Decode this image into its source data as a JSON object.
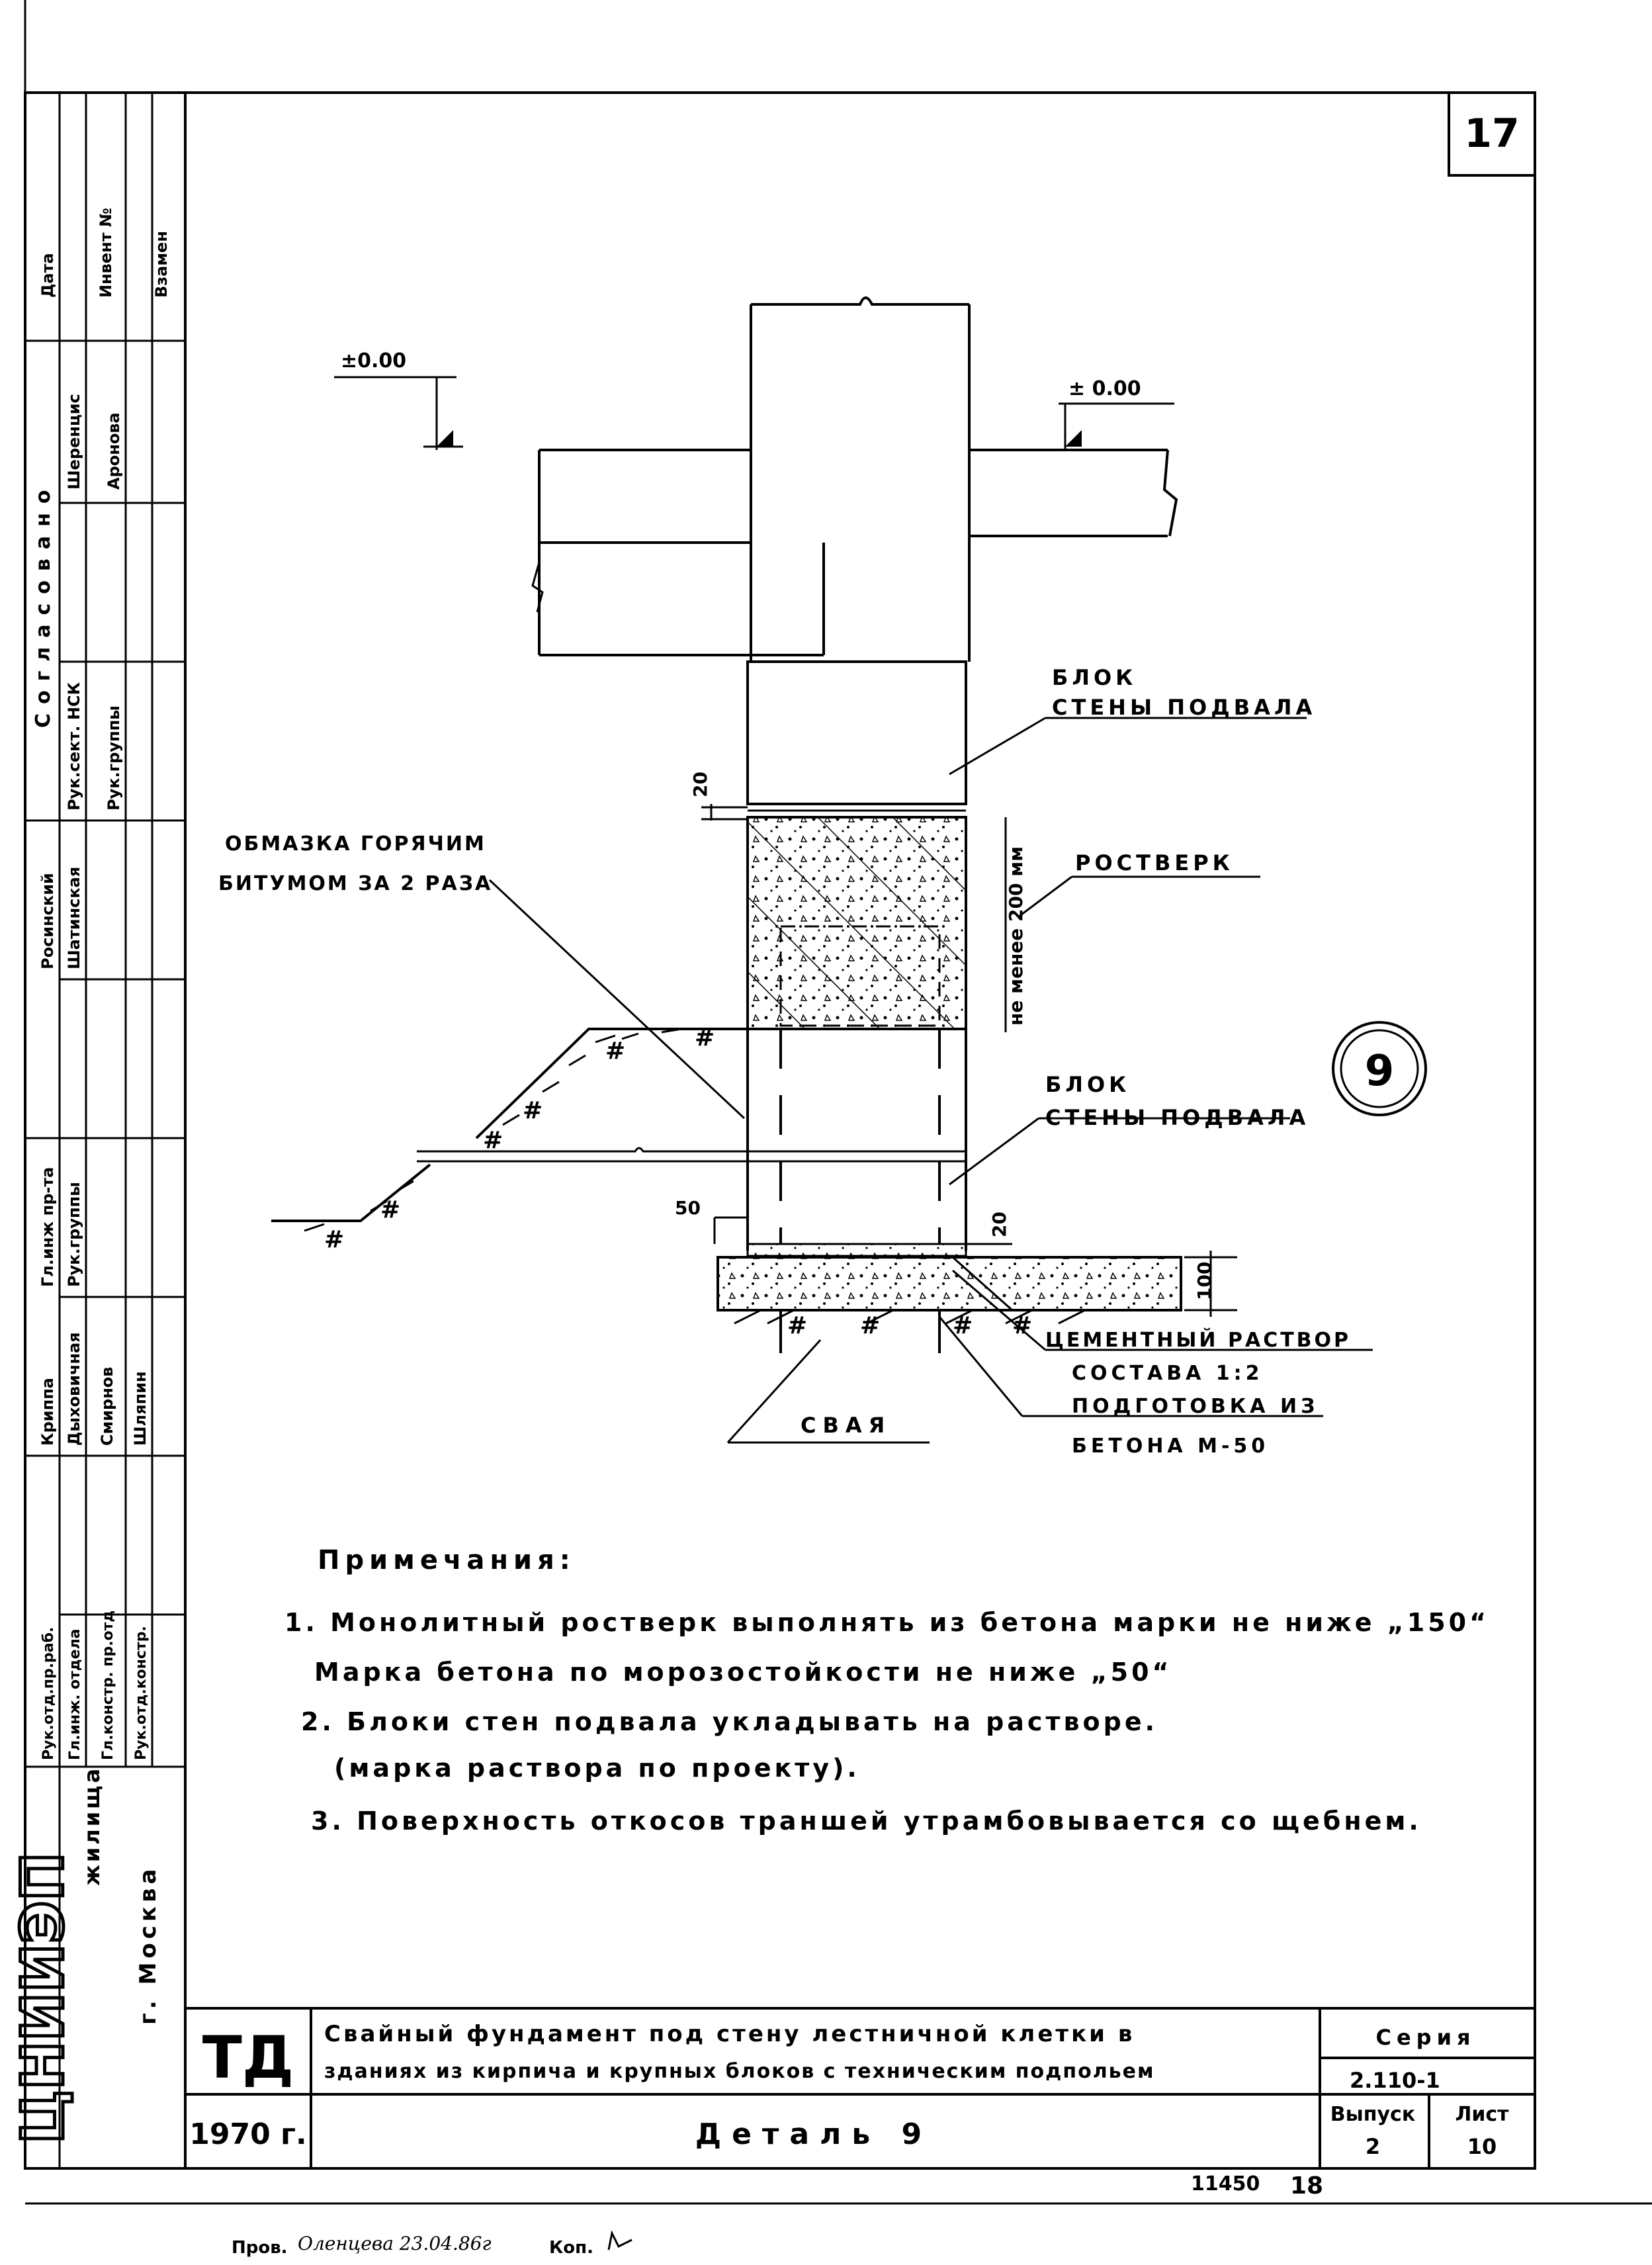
{
  "sheet_number": "17",
  "detail_marker": "9",
  "level_left": "±0.00",
  "level_right": "± 0.00",
  "labels": {
    "block_top_1": "БЛОК",
    "block_top_2": "СТЕНЫ ПОДВАЛА",
    "bitumen_1": "ОБМАЗКА ГОРЯЧИМ",
    "bitumen_2": "БИТУМОМ ЗА 2 РАЗА",
    "rostverk": "РОСТВЕРК",
    "not_less": "не менее 200 мм",
    "block_bot_1": "БЛОК",
    "block_bot_2": "СТЕНЫ ПОДВАЛА",
    "mortar_1": "ЦЕМЕНТНЫЙ РАСТВОР",
    "mortar_2": "СОСТАВА 1:2",
    "prep_1": "ПОДГОТОВКА ИЗ",
    "prep_2": "БЕТОНА М-50",
    "pile": "СВАЯ"
  },
  "dims": {
    "d20_top": "20",
    "d50": "50",
    "d20_bot": "20",
    "d100": "100"
  },
  "notes": {
    "title": "Примечания:",
    "n1a": "1. Монолитный ростверк выполнять из бетона марки не ниже „150“",
    "n1b": "Марка бетона по морозостойкости не ниже „50“",
    "n2a": "2. Блоки стен подвала укладывать на растворе.",
    "n2b": "(марка раствора по проекту).",
    "n3": "3. Поверхность откосов траншей утрамбовывается со щебнем."
  },
  "side_stamp": {
    "col_headers": [
      "Дата",
      "Инвент №",
      "Взамен"
    ],
    "agreed": "Согласовано",
    "names_a": [
      "Шеренцис",
      "Аронова"
    ],
    "roles_a": [
      "Рук.сект. НСК",
      "Рук.группы"
    ],
    "names_b": [
      "Росинский",
      "Шатинская"
    ],
    "roles_b": [
      "Гл.инж пр-та",
      "Рук.группы"
    ],
    "names_c": [
      "Криппа",
      "Дыховичная",
      "Смирнов",
      "Шляпин"
    ],
    "roles_c": [
      "Рук.отд.пр.раб.",
      "Гл.инж. отдела",
      "Гл.констр. пр.отд",
      "Рук.отд.констр."
    ],
    "org_logo": "ЦНИИЭП",
    "org_sub": "жилища",
    "org_city": "г. Москва"
  },
  "title_block": {
    "td": "ТД",
    "year": "1970 г.",
    "title_1": "Свайный фундамент под стену лестничной клетки в",
    "title_2": "зданиях из кирпича и крупных блоков с техническим подпольем",
    "detail": "Деталь 9",
    "series_label": "Серия",
    "series_value": "2.110-1",
    "issue_label": "Выпуск",
    "issue_value": "2",
    "sheet_label": "Лист",
    "sheet_value": "10"
  },
  "bottom": {
    "code": "11450",
    "page": "18",
    "prov_label": "Пров.",
    "prov_sign": "Оленцева 23.04.86г",
    "kop_label": "Коп."
  }
}
